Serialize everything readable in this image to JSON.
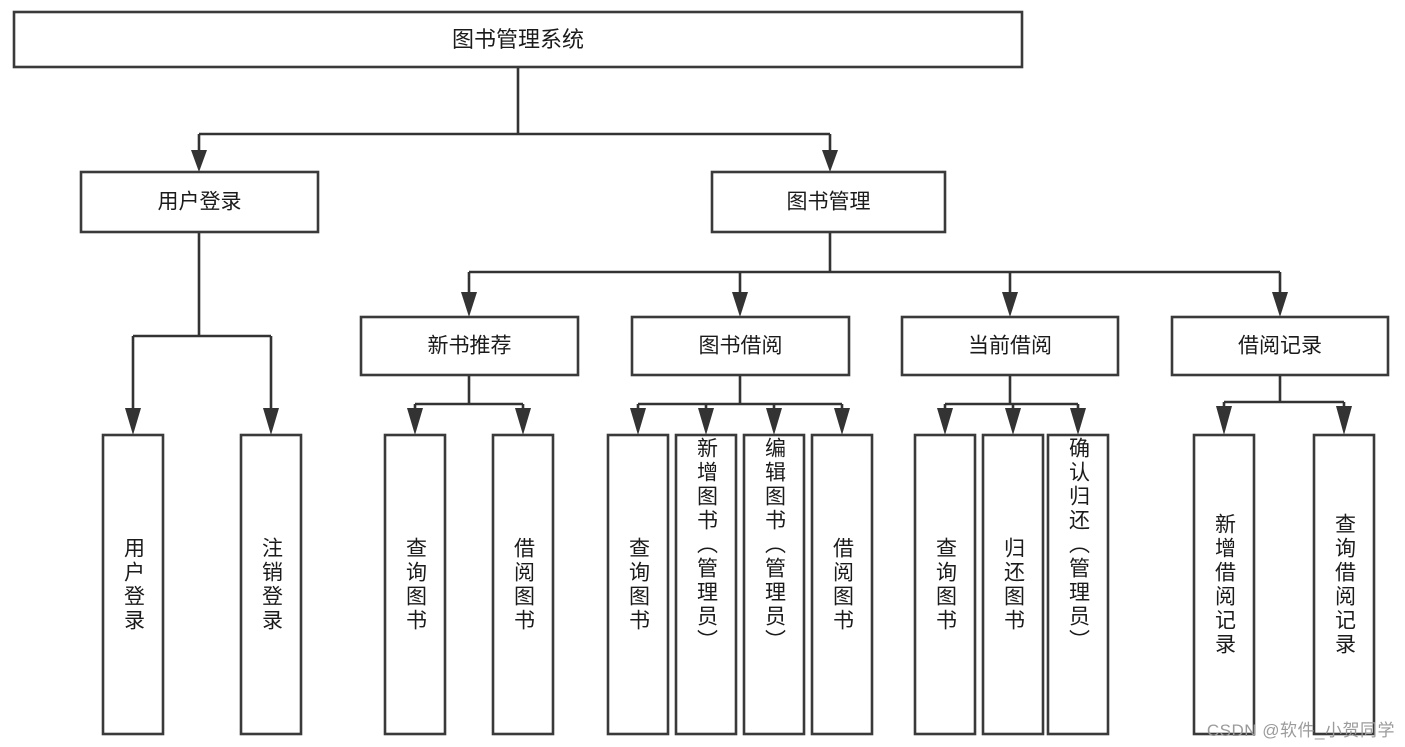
{
  "diagram": {
    "type": "tree",
    "orientation": "top-down",
    "title": "图书管理系统",
    "root": {
      "id": "root",
      "label": "图书管理系统"
    },
    "level2": [
      {
        "id": "user-login",
        "label": "用户登录"
      },
      {
        "id": "book-manage",
        "label": "图书管理"
      }
    ],
    "level3": [
      {
        "id": "new-book-rec",
        "label": "新书推荐",
        "parent": "book-manage"
      },
      {
        "id": "book-borrow",
        "label": "图书借阅",
        "parent": "book-manage"
      },
      {
        "id": "current-borrow",
        "label": "当前借阅",
        "parent": "book-manage"
      },
      {
        "id": "borrow-record",
        "label": "借阅记录",
        "parent": "book-manage"
      }
    ],
    "leaves": {
      "user-login": [
        {
          "id": "leaf-user-login",
          "label": "用户登录"
        },
        {
          "id": "leaf-logout",
          "label": "注销登录"
        }
      ],
      "new-book-rec": [
        {
          "id": "leaf-query-book-1",
          "label": "查询图书"
        },
        {
          "id": "leaf-borrow-book-1",
          "label": "借阅图书"
        }
      ],
      "book-borrow": [
        {
          "id": "leaf-query-book-2",
          "label": "查询图书"
        },
        {
          "id": "leaf-add-book",
          "label": "新增图书（管理员）"
        },
        {
          "id": "leaf-edit-book",
          "label": "编辑图书（管理员）"
        },
        {
          "id": "leaf-borrow-book-2",
          "label": "借阅图书"
        }
      ],
      "current-borrow": [
        {
          "id": "leaf-query-book-3",
          "label": "查询图书"
        },
        {
          "id": "leaf-return-book",
          "label": "归还图书"
        },
        {
          "id": "leaf-confirm-return",
          "label": "确认归还（管理员）"
        }
      ],
      "borrow-record": [
        {
          "id": "leaf-add-record",
          "label": "新增借阅记录"
        },
        {
          "id": "leaf-query-record",
          "label": "查询借阅记录"
        }
      ]
    }
  },
  "watermark": {
    "text": "CSDN @软件_小贺同学"
  },
  "colors": {
    "stroke": "#333333",
    "box_stroke": "#3a3a3a",
    "fill": "#ffffff",
    "text": "#1b1b1b",
    "watermark": "#9b9b9b"
  }
}
